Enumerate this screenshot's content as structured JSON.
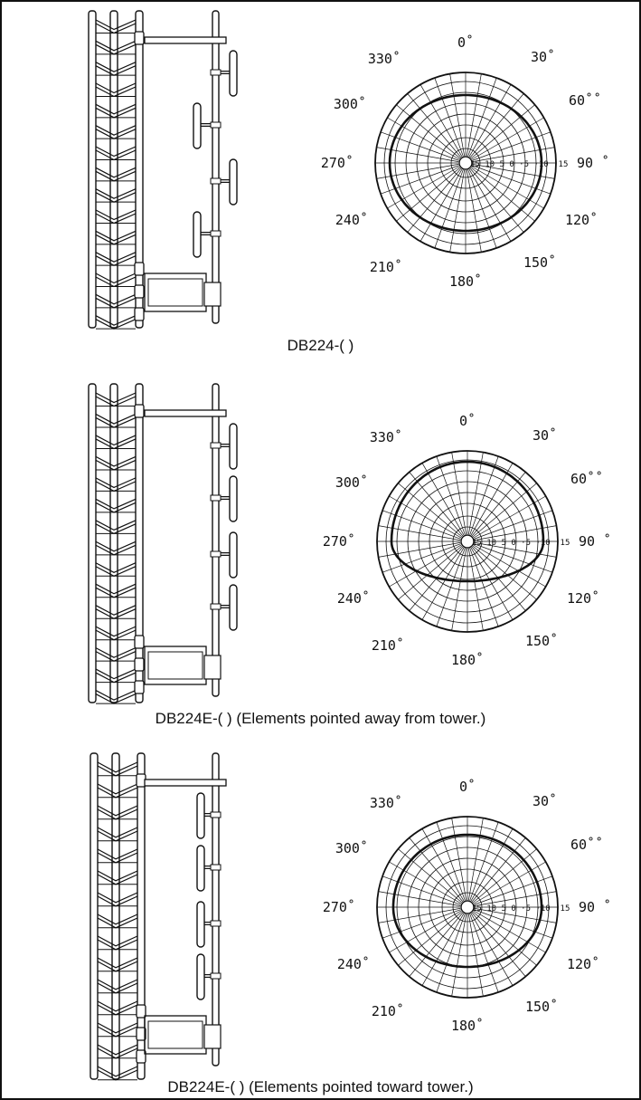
{
  "panels": [
    {
      "caption": "DB224-( )",
      "pattern": "ellipse",
      "orientation": "offset"
    },
    {
      "caption": "DB224E-( ) (Elements pointed away from tower.)",
      "pattern": "away",
      "orientation": "away"
    },
    {
      "caption": "DB224E-( ) (Elements pointed toward tower.)",
      "pattern": "toward",
      "orientation": "toward"
    }
  ],
  "polar": {
    "angle_labels": [
      "0˚",
      "30˚",
      "60˚˚",
      "90 ˚",
      "120˚",
      "150˚",
      "180˚",
      "210˚",
      "240˚",
      "270˚",
      "300˚",
      "330˚"
    ],
    "scale_labels": [
      "15",
      "10",
      "5",
      "0",
      "5",
      "10",
      "15"
    ],
    "scale_text": "15 10 5 0 ·5 ·10 ·15"
  },
  "colors": {
    "line": "#111111",
    "background": "#ffffff"
  }
}
